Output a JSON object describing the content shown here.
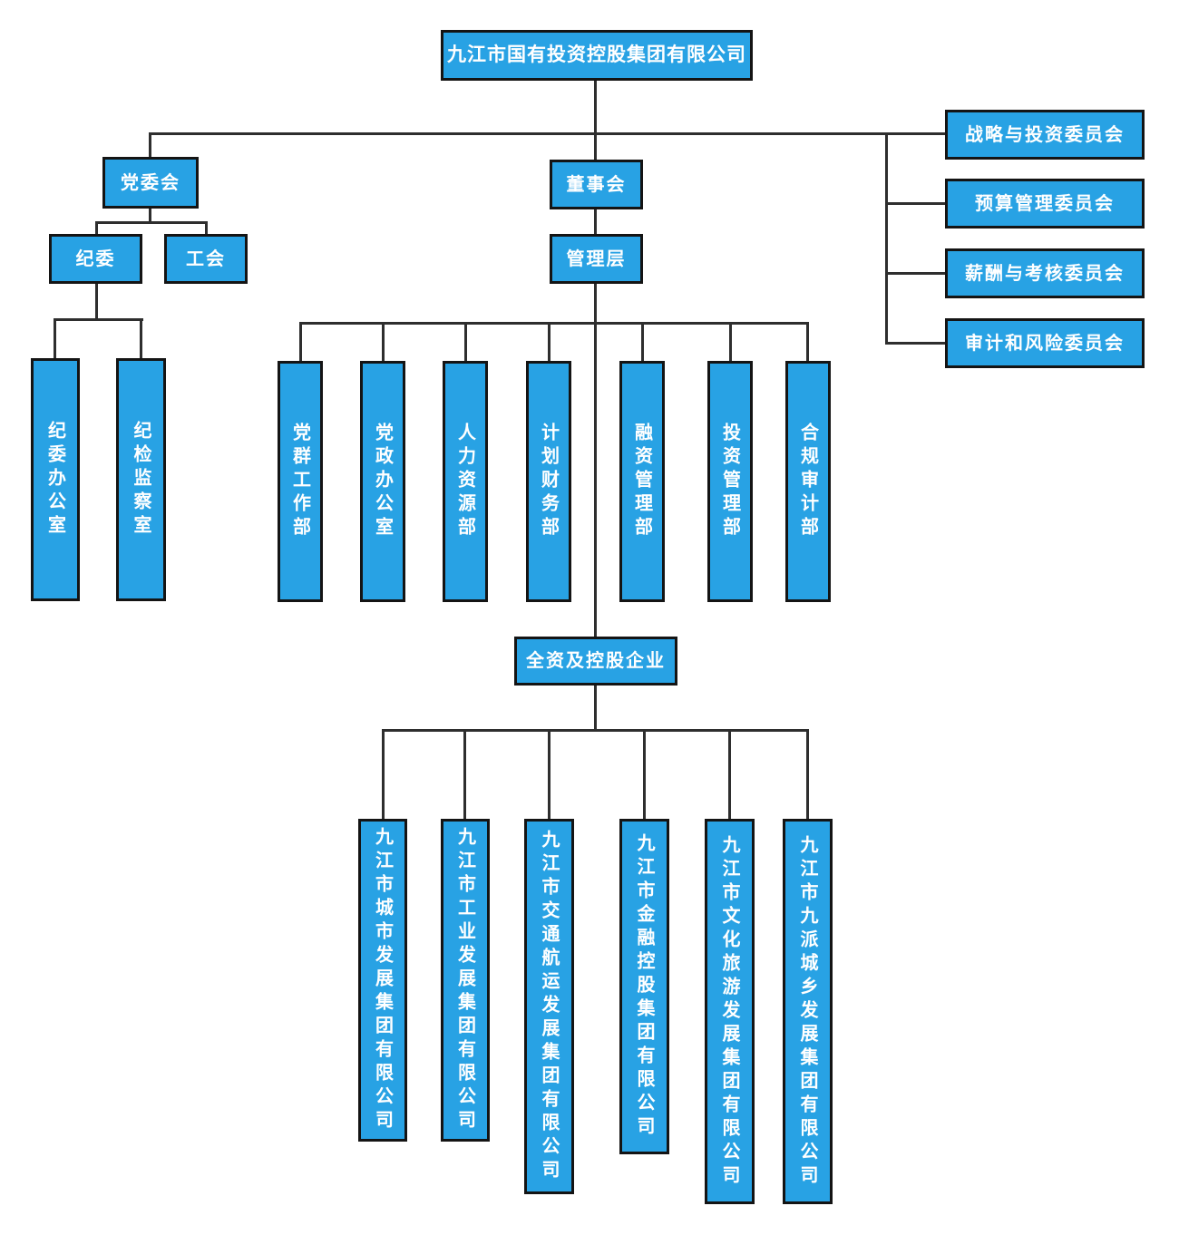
{
  "org_chart": {
    "root": {
      "label": "九江市国有投资控股集团有限公司"
    },
    "party_committee": {
      "label": "党委会"
    },
    "discipline_committee": {
      "label": "纪委"
    },
    "labor_union": {
      "label": "工会"
    },
    "discipline_offices": [
      "纪委办公室",
      "纪检监察室"
    ],
    "board": {
      "label": "董事会"
    },
    "management": {
      "label": "管理层"
    },
    "board_committees": [
      "战略与投资委员会",
      "预算管理委员会",
      "薪酬与考核委员会",
      "审计和风险委员会"
    ],
    "departments": [
      "党群工作部",
      "党政办公室",
      "人力资源部",
      "计划财务部",
      "融资管理部",
      "投资管理部",
      "合规审计部"
    ],
    "subsidiaries_group": {
      "label": "全资及控股企业"
    },
    "subsidiaries": [
      "九江市城市发展集团有限公司",
      "九江市工业发展集团有限公司",
      "九江市交通航运发展集团有限公司",
      "九江市金融控股集团有限公司",
      "九江市文化旅游发展集团有限公司",
      "九江市九派城乡发展集团有限公司"
    ],
    "colors": {
      "box_fill": "#28A2E4",
      "box_border": "#141414",
      "connector": "#2E2E2E",
      "text": "#FFFFFF"
    }
  }
}
